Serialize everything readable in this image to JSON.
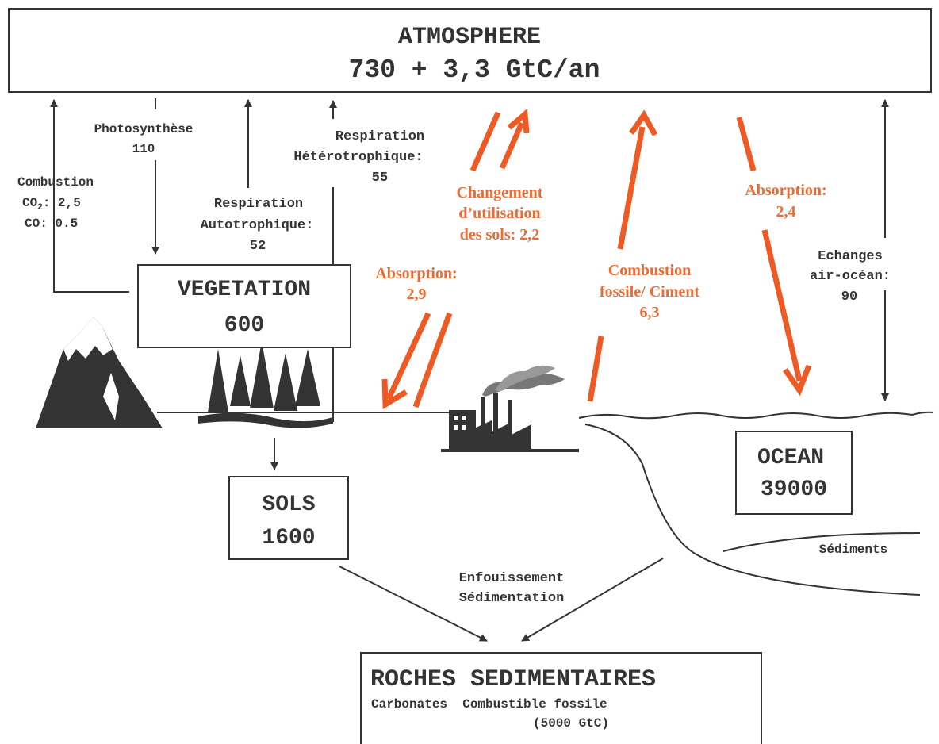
{
  "atmosphere": {
    "title": "ATMOSPHERE",
    "value": "730 + 3,3 GtC/an"
  },
  "vegetation": {
    "title": "VEGETATION",
    "value": "600"
  },
  "sols": {
    "title": "SOLS",
    "value": "1600"
  },
  "ocean": {
    "title": "OCEAN",
    "value": "39000"
  },
  "roches": {
    "title": "ROCHES SEDIMENTAIRES",
    "line1": "Carbonates  Combustible fossile",
    "line2": "(5000 GtC)"
  },
  "flows": {
    "photosynthese": {
      "label": "Photosynthèse",
      "value": "110"
    },
    "combustion": {
      "label": "Combustion",
      "co2_prefix": "CO",
      "co2_sub": "2",
      "co2_value": ": 2,5",
      "co": "CO: 0.5"
    },
    "resp_auto": {
      "label1": "Respiration",
      "label2": "Autotrophique:",
      "value": "52"
    },
    "resp_hetero": {
      "label1": "Respiration",
      "label2": "Hétérotrophique:",
      "value": "55"
    },
    "changement": {
      "line1": "Changement",
      "line2": "d’utilisation",
      "line3": "des sols: 2,2"
    },
    "absorption_land": {
      "label": "Absorption:",
      "value": "2,9"
    },
    "combustion_fossile": {
      "line1": "Combustion",
      "line2": "fossile/ Ciment",
      "value": "6,3"
    },
    "absorption_ocean": {
      "label": "Absorption:",
      "value": "2,4"
    },
    "echanges": {
      "line1": "Echanges",
      "line2": "air-océan:",
      "value": "90"
    },
    "enfouissement": {
      "line1": "Enfouissement",
      "line2": "Sédimentation"
    },
    "sediments": "Sédiments"
  },
  "colors": {
    "flux_orange": "#ef5a24",
    "text_orange": "#ef6a32",
    "ink": "#333333"
  },
  "icons": [
    "mountain-icon",
    "forest-icon",
    "factory-icon"
  ]
}
